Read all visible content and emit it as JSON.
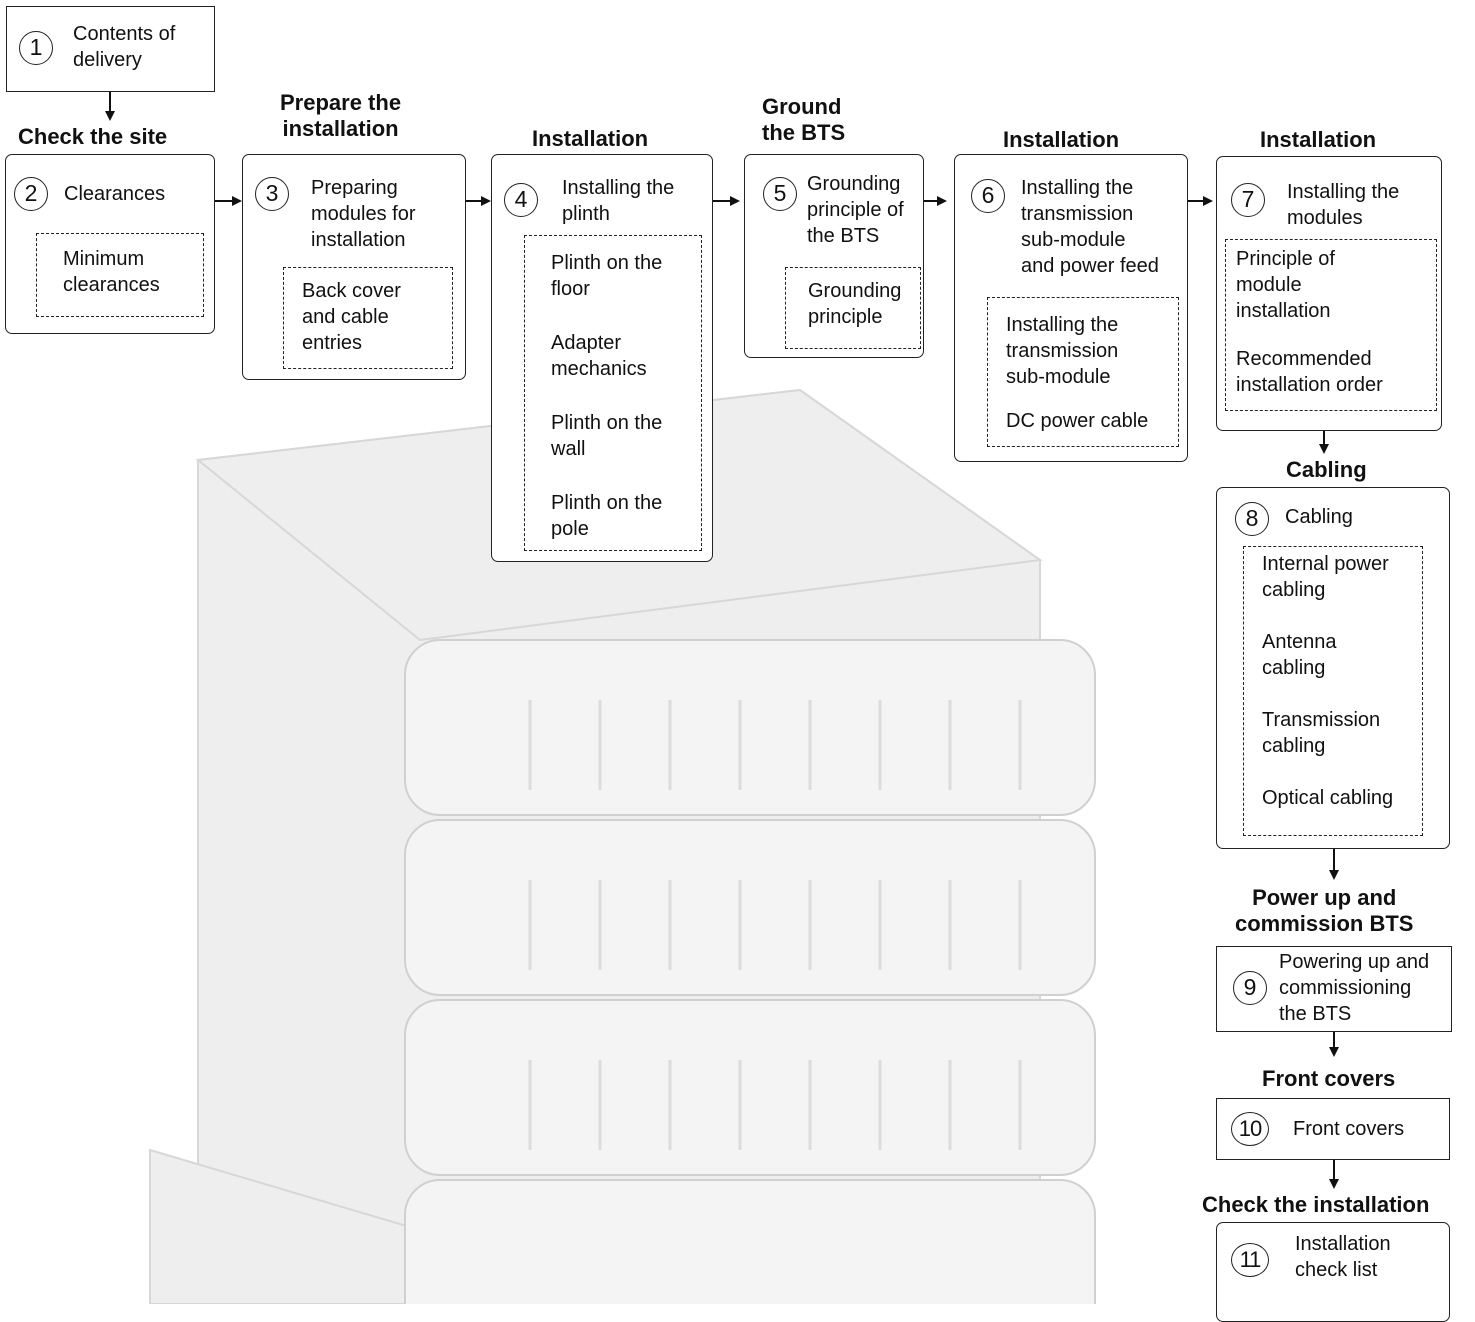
{
  "steps": [
    {
      "num": "1",
      "title": "Contents of\ndelivery",
      "items": []
    },
    {
      "num": "2",
      "heading": "Check the site",
      "title": "Clearances",
      "items": [
        "Minimum\nclearances"
      ]
    },
    {
      "num": "3",
      "heading": "Prepare the\ninstallation",
      "title": "Preparing\nmodules for\ninstallation",
      "items": [
        "Back cover\nand cable\nentries"
      ]
    },
    {
      "num": "4",
      "heading": "Installation",
      "title": "Installing the\nplinth",
      "items": [
        "Plinth on the\nfloor",
        "Adapter\nmechanics",
        "Plinth on the\nwall",
        "Plinth on the\npole"
      ]
    },
    {
      "num": "5",
      "heading": "Ground\nthe BTS",
      "title": "Grounding\nprinciple of\nthe BTS",
      "items": [
        "Grounding\nprinciple"
      ]
    },
    {
      "num": "6",
      "heading": "Installation",
      "title": "Installing the\ntransmission\nsub-module\nand power feed",
      "items": [
        "Installing the\ntransmission\nsub-module",
        "DC power cable"
      ]
    },
    {
      "num": "7",
      "heading": "Installation",
      "title": "Installing the\nmodules",
      "items": [
        "Principle of\nmodule\ninstallation",
        "Recommended\ninstallation order"
      ]
    },
    {
      "num": "8",
      "heading": "Cabling",
      "title": "Cabling",
      "items": [
        "Internal power\ncabling",
        "Antenna\ncabling",
        "Transmission\ncabling",
        "Optical cabling"
      ]
    },
    {
      "num": "9",
      "heading": "Power up and\ncommission BTS",
      "title": "Powering up and\ncommissioning\nthe BTS",
      "items": []
    },
    {
      "num": "10",
      "heading": "Front covers",
      "title": "Front covers",
      "items": []
    },
    {
      "num": "11",
      "heading": "Check the installation",
      "title": "Installation\ncheck list",
      "items": []
    }
  ]
}
